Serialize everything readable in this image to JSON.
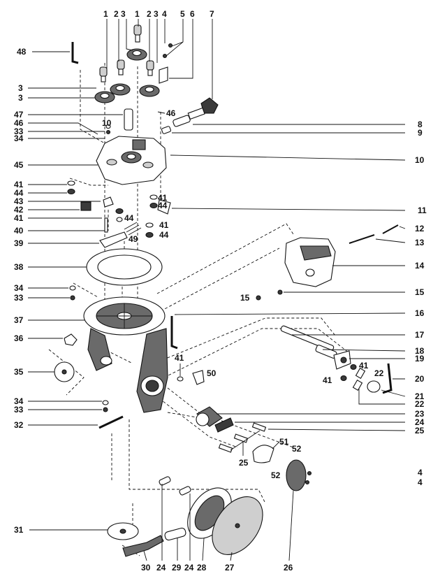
{
  "callouts": [
    {
      "id": "c1a",
      "text": "1"
    },
    {
      "id": "c2a",
      "text": "2"
    },
    {
      "id": "c3a",
      "text": "3"
    },
    {
      "id": "c1b",
      "text": "1"
    },
    {
      "id": "c2b",
      "text": "2"
    },
    {
      "id": "c3b",
      "text": "3"
    },
    {
      "id": "c4a",
      "text": "4"
    },
    {
      "id": "c5",
      "text": "5"
    },
    {
      "id": "c6",
      "text": "6"
    },
    {
      "id": "c7",
      "text": "7"
    },
    {
      "id": "c48",
      "text": "48"
    },
    {
      "id": "c3c",
      "text": "3"
    },
    {
      "id": "c3d",
      "text": "3"
    },
    {
      "id": "c47",
      "text": "47"
    },
    {
      "id": "c46a",
      "text": "46"
    },
    {
      "id": "c46b",
      "text": "46"
    },
    {
      "id": "c10a",
      "text": "10"
    },
    {
      "id": "c33a",
      "text": "33"
    },
    {
      "id": "c34a",
      "text": "34"
    },
    {
      "id": "c8",
      "text": "8"
    },
    {
      "id": "c9",
      "text": "9"
    },
    {
      "id": "c45",
      "text": "45"
    },
    {
      "id": "c10b",
      "text": "10"
    },
    {
      "id": "c41a",
      "text": "41"
    },
    {
      "id": "c44a",
      "text": "44"
    },
    {
      "id": "c43",
      "text": "43"
    },
    {
      "id": "c42",
      "text": "42"
    },
    {
      "id": "c41b",
      "text": "41"
    },
    {
      "id": "c41c",
      "text": "41"
    },
    {
      "id": "c44b",
      "text": "44"
    },
    {
      "id": "c44c",
      "text": "44"
    },
    {
      "id": "c11",
      "text": "11"
    },
    {
      "id": "c40",
      "text": "40"
    },
    {
      "id": "c41d",
      "text": "41"
    },
    {
      "id": "c44d",
      "text": "44"
    },
    {
      "id": "c49",
      "text": "49"
    },
    {
      "id": "c39",
      "text": "39"
    },
    {
      "id": "c12",
      "text": "12"
    },
    {
      "id": "c13",
      "text": "13"
    },
    {
      "id": "c38",
      "text": "38"
    },
    {
      "id": "c14",
      "text": "14"
    },
    {
      "id": "c15a",
      "text": "15"
    },
    {
      "id": "c15b",
      "text": "15"
    },
    {
      "id": "c34b",
      "text": "34"
    },
    {
      "id": "c33b",
      "text": "33"
    },
    {
      "id": "c16",
      "text": "16"
    },
    {
      "id": "c37",
      "text": "37"
    },
    {
      "id": "c17",
      "text": "17"
    },
    {
      "id": "c36",
      "text": "36"
    },
    {
      "id": "c18",
      "text": "18"
    },
    {
      "id": "c19",
      "text": "19"
    },
    {
      "id": "c41e",
      "text": "41"
    },
    {
      "id": "c41f",
      "text": "41"
    },
    {
      "id": "c22a",
      "text": "22"
    },
    {
      "id": "c35",
      "text": "35"
    },
    {
      "id": "c50",
      "text": "50"
    },
    {
      "id": "c20",
      "text": "20"
    },
    {
      "id": "c41g",
      "text": "41"
    },
    {
      "id": "c21",
      "text": "21"
    },
    {
      "id": "c22b",
      "text": "22"
    },
    {
      "id": "c34c",
      "text": "34"
    },
    {
      "id": "c33c",
      "text": "33"
    },
    {
      "id": "c23",
      "text": "23"
    },
    {
      "id": "c32",
      "text": "32"
    },
    {
      "id": "c24a",
      "text": "24"
    },
    {
      "id": "c25a",
      "text": "25"
    },
    {
      "id": "c51",
      "text": "51"
    },
    {
      "id": "c52a",
      "text": "52"
    },
    {
      "id": "c25b",
      "text": "25"
    },
    {
      "id": "c52b",
      "text": "52"
    },
    {
      "id": "c4b",
      "text": "4"
    },
    {
      "id": "c4c",
      "text": "4"
    },
    {
      "id": "c31",
      "text": "31"
    },
    {
      "id": "c30",
      "text": "30"
    },
    {
      "id": "c24b",
      "text": "24"
    },
    {
      "id": "c29",
      "text": "29"
    },
    {
      "id": "c24c",
      "text": "24"
    },
    {
      "id": "c28",
      "text": "28"
    },
    {
      "id": "c27",
      "text": "27"
    },
    {
      "id": "c26",
      "text": "26"
    }
  ]
}
